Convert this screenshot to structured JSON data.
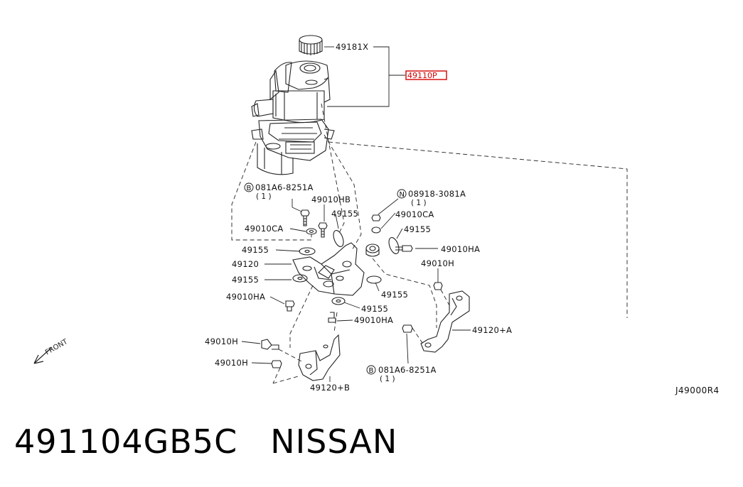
{
  "diagram": {
    "highlight_color": "#d40000",
    "labels": {
      "cap": "49181X",
      "assembly": "49110P",
      "bolt_b_top": "081A6-8251A",
      "bolt_b_top_qty": "( 1 )",
      "bolt_n": "08918-3081A",
      "bolt_n_qty": "( 1 )",
      "hb": "49010HB",
      "g1": "49155",
      "ca_left": "49010CA",
      "ca_right": "49010CA",
      "g_right_top": "49155",
      "g_left1": "49155",
      "bracket_main": "49120",
      "g_left2": "49155",
      "ha_left": "49010HA",
      "ha_right": "49010HA",
      "h_right": "49010H",
      "g_mid_right": "49155",
      "g_lower": "49155",
      "ha_lower": "49010HA",
      "bracket_a": "49120+A",
      "h_left1": "49010H",
      "h_left2": "49010H",
      "bracket_b": "49120+B",
      "bolt_b_bottom": "081A6-8251A",
      "bolt_b_bottom_qty": "( 1 )"
    },
    "circle_b": "B",
    "circle_n": "N",
    "front": "FRONT",
    "drawing_code": "J49000R4"
  },
  "caption": {
    "part_number": "491104GB5C",
    "brand": "NISSAN"
  }
}
